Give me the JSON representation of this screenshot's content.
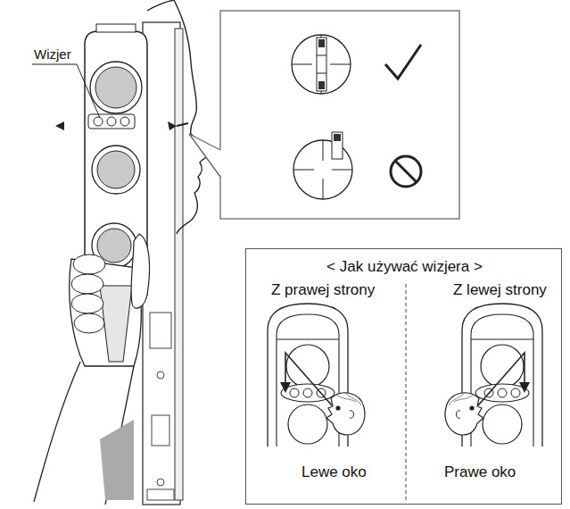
{
  "diagram": {
    "nodes": [
      {
        "text": [
          "< Jak używać wizjera >",
          "Z prawej strony",
          "Z lewej strony",
          "Lewe oko",
          "Prawe oko"
        ]
      }
    ],
    "labels": [
      "Wizjer"
    ]
  }
}
